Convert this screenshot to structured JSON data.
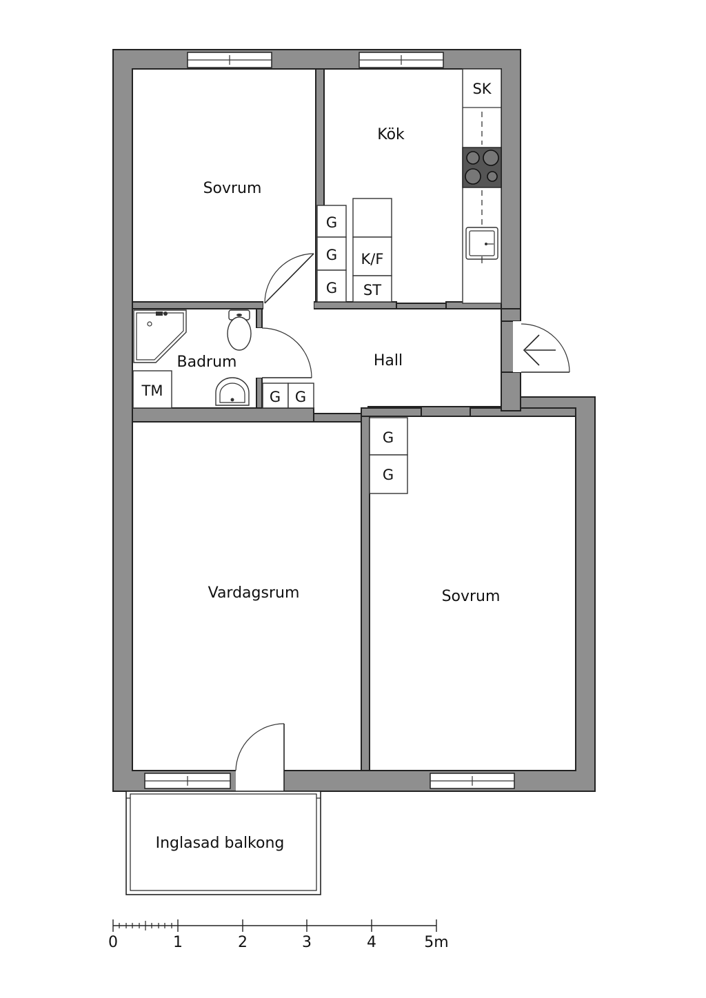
{
  "rooms": {
    "bedroom_top": "Sovrum",
    "kitchen": "Kök",
    "bathroom": "Badrum",
    "hall": "Hall",
    "living_room": "Vardagsrum",
    "bedroom_right": "Sovrum",
    "balcony": "Inglasad balkong"
  },
  "fixtures": {
    "sk": "SK",
    "kf": "K/F",
    "st": "ST",
    "tm": "TM",
    "g": "G"
  },
  "scale": {
    "ticks": [
      "0",
      "1",
      "2",
      "3",
      "4",
      "5m"
    ]
  }
}
